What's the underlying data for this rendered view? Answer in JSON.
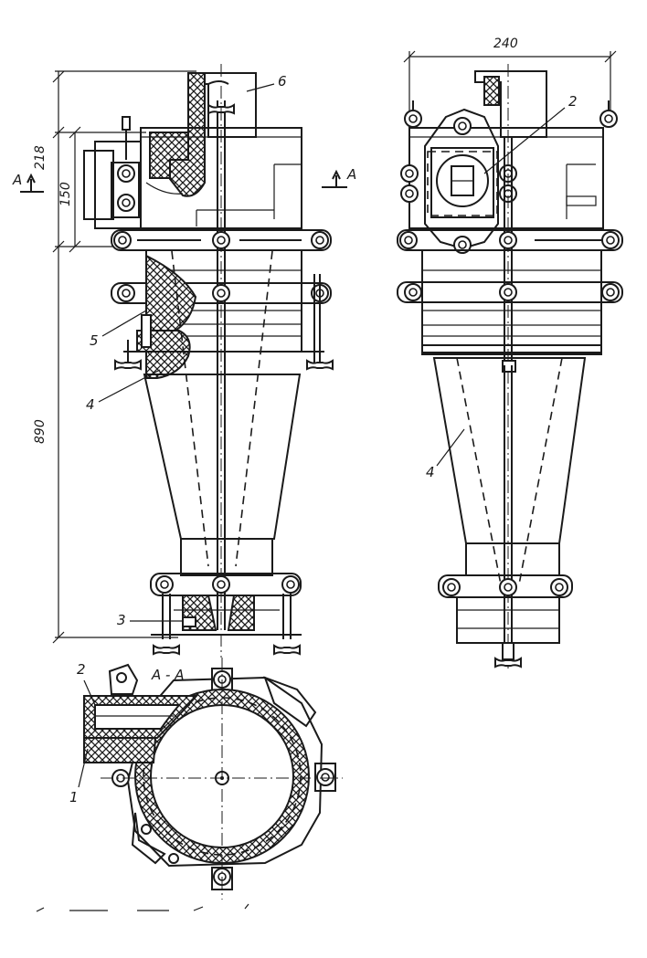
{
  "drawing": {
    "dimensions": {
      "overall_height": "890",
      "top_section": "218",
      "inlet_height": "150",
      "width": "240"
    },
    "section": {
      "marker_left": "A",
      "marker_right": "A",
      "title": "A - A"
    },
    "callouts": {
      "left_view": {
        "c6": "6",
        "c5": "5",
        "c4": "4",
        "c3": "3"
      },
      "right_view": {
        "c2": "2",
        "c4": "4"
      },
      "section_view": {
        "c2": "2",
        "c1": "1"
      }
    }
  }
}
